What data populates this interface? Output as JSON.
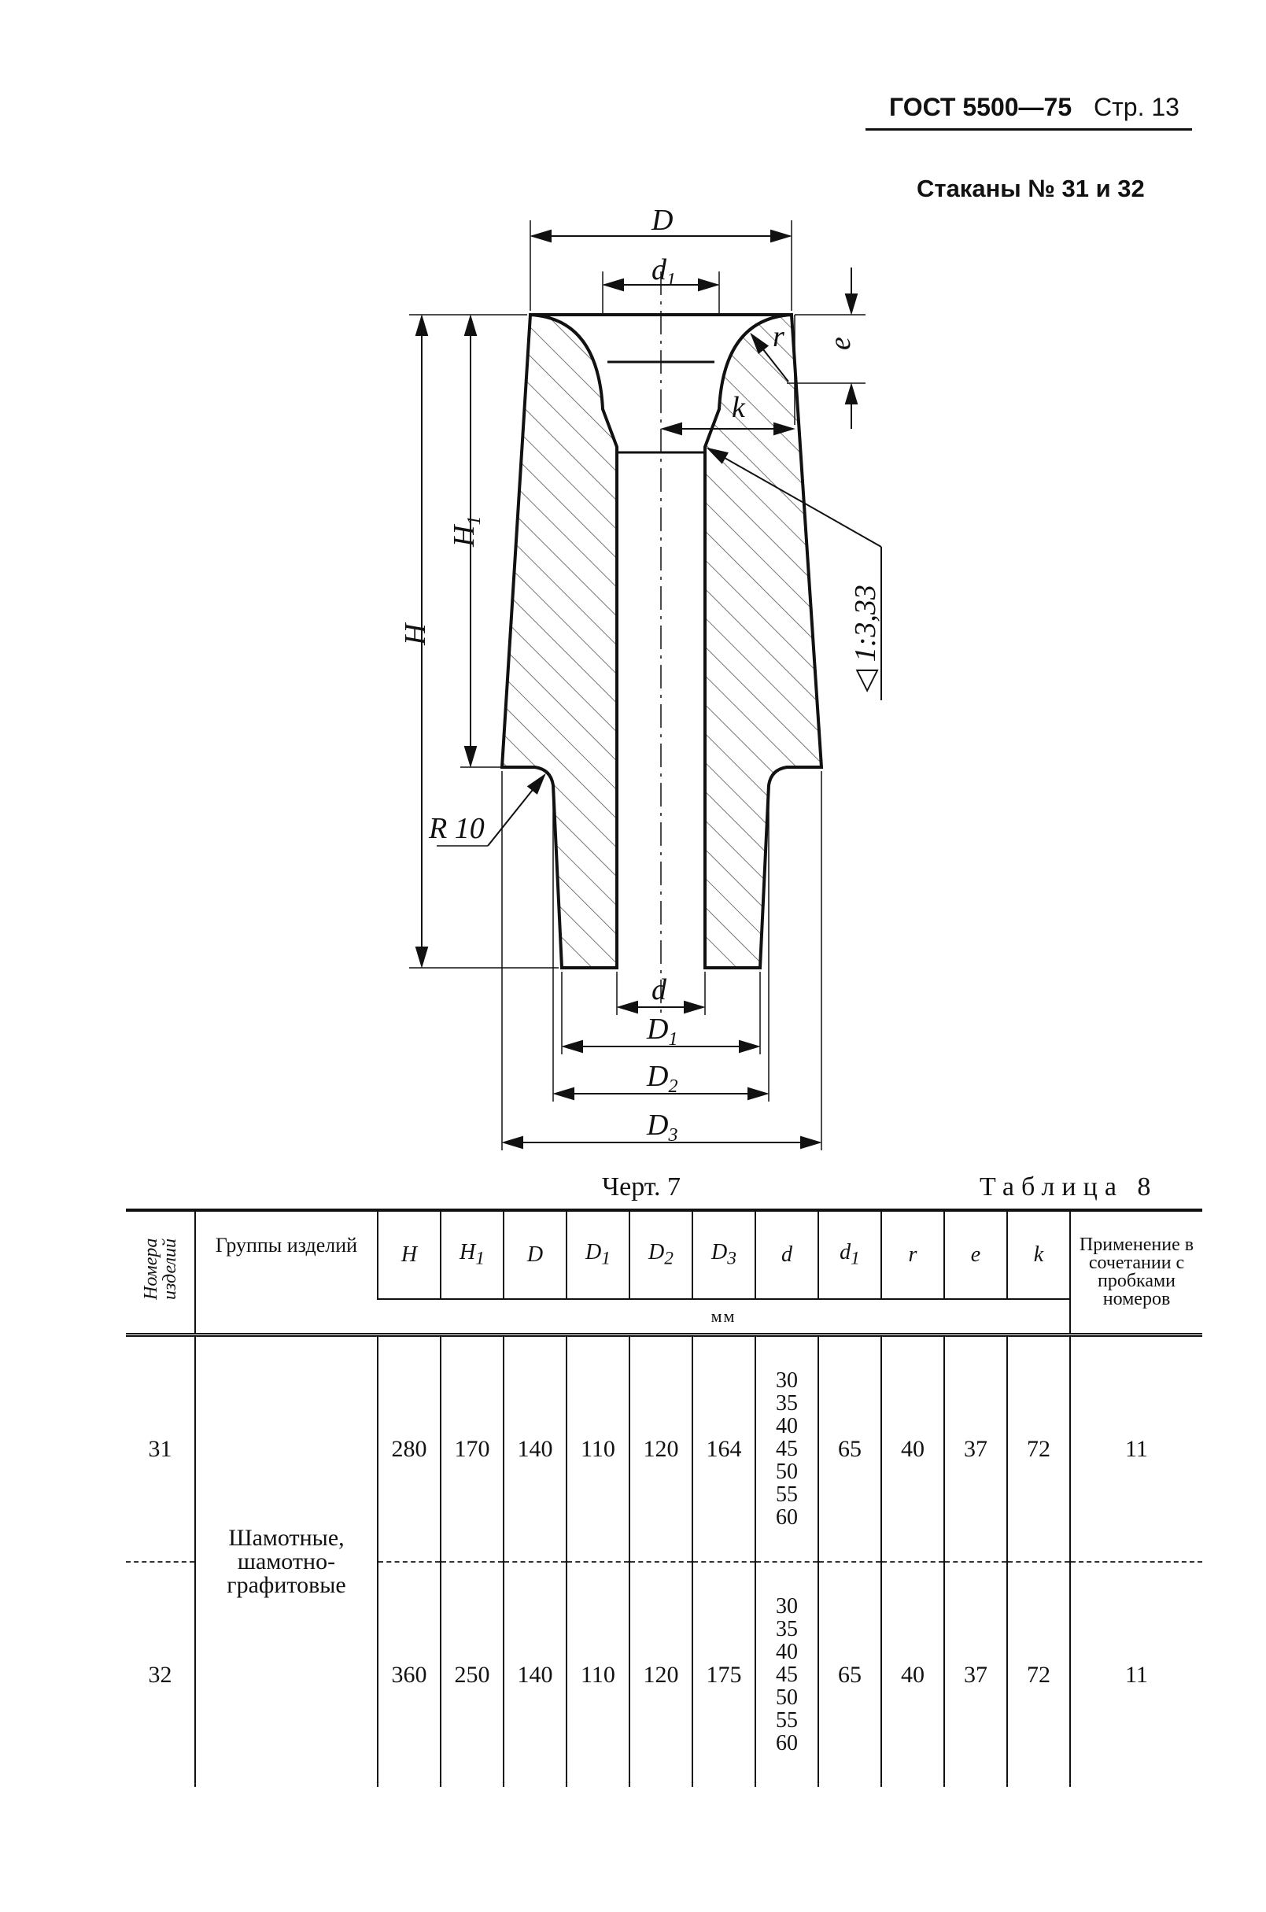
{
  "header": {
    "standard": "ГОСТ 5500—75",
    "page": "Стр. 13",
    "section_title": "Стаканы № 31 и 32"
  },
  "drawing": {
    "labels": {
      "D": "D",
      "d1": "d",
      "d1_sub": "1",
      "e": "e",
      "r": "r",
      "k": "k",
      "H": "H",
      "H1": "H",
      "H1_sub": "1",
      "taper": "1:3,33",
      "R10": "R 10",
      "d": "d",
      "D1": "D",
      "D1_sub": "1",
      "D2": "D",
      "D2_sub": "2",
      "D3": "D",
      "D3_sub": "3"
    }
  },
  "figure_caption": "Черт. 7",
  "table_caption": "Таблица 8",
  "table": {
    "col_item": "Номера изделий",
    "col_group": "Группы изделий",
    "dims": [
      "H",
      "H",
      "D",
      "D",
      "D",
      "D",
      "d",
      "d",
      "r",
      "e",
      "k"
    ],
    "dims_sub": [
      "",
      "1",
      "",
      "1",
      "2",
      "3",
      "",
      "1",
      "",
      "",
      ""
    ],
    "units": "мм",
    "col_apply": "Применение в сочетании с пробками номеров",
    "group_name": "Шамотные, шамотно-графитовые",
    "rows": [
      {
        "no": "31",
        "H": "280",
        "H1": "170",
        "D": "140",
        "D1": "110",
        "D2": "120",
        "D3": "164",
        "d": [
          "30",
          "35",
          "40",
          "45",
          "50",
          "55",
          "60"
        ],
        "d1": "65",
        "r": "40",
        "e": "37",
        "k": "72",
        "apply": "11"
      },
      {
        "no": "32",
        "H": "360",
        "H1": "250",
        "D": "140",
        "D1": "110",
        "D2": "120",
        "D3": "175",
        "d": [
          "30",
          "35",
          "40",
          "45",
          "50",
          "55",
          "60"
        ],
        "d1": "65",
        "r": "40",
        "e": "37",
        "k": "72",
        "apply": "11"
      }
    ]
  }
}
